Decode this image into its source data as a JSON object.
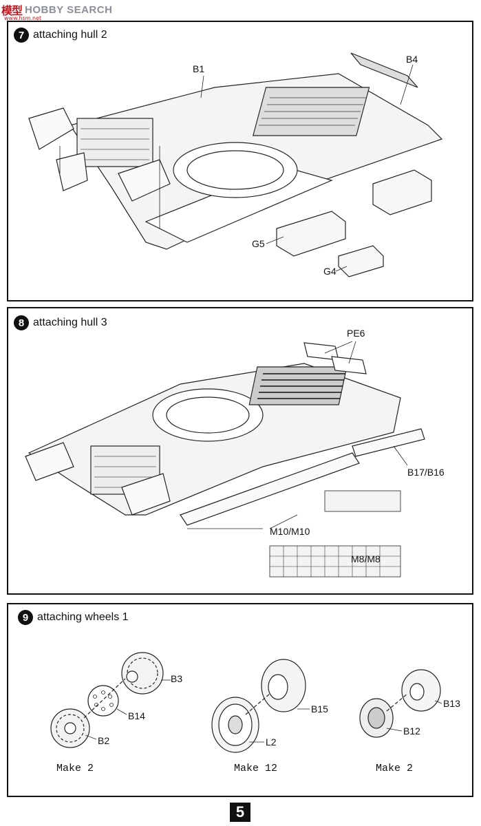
{
  "watermark": {
    "cn": "模型",
    "en": "HOBBY SEARCH",
    "sub": "www.hsm.net"
  },
  "steps": [
    {
      "number": "7",
      "title": "attaching hull 2",
      "labels": {
        "b1": "B1",
        "b4": "B4",
        "g5": "G5",
        "g4": "G4"
      }
    },
    {
      "number": "8",
      "title": "attaching hull 3",
      "labels": {
        "pe6": "PE6",
        "b17": "B17/B16",
        "m10": "M10/M10",
        "m8": "M8/M8"
      }
    },
    {
      "number": "9",
      "title": "attaching wheels 1",
      "labels": {
        "b3": "B3",
        "b14": "B14",
        "b2": "B2",
        "b15": "B15",
        "l2": "L2",
        "b13": "B13",
        "b12": "B12"
      },
      "make": [
        "Make 2",
        "Make 12",
        "Make 2"
      ]
    }
  ],
  "page_number": "5"
}
